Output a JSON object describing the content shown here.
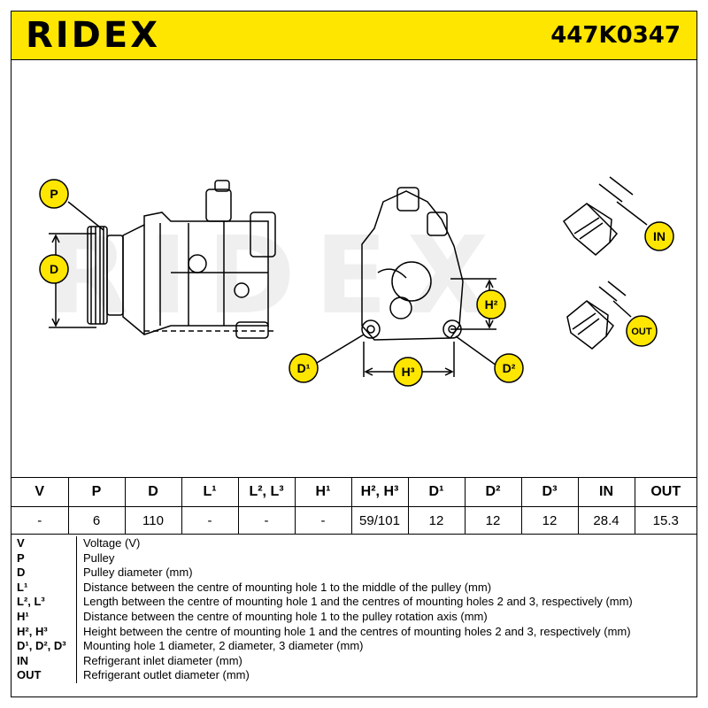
{
  "header": {
    "brand": "RIDEX",
    "part_number": "447K0347"
  },
  "drawing": {
    "watermark": "RIDEX",
    "callouts": {
      "p": "P",
      "d": "D",
      "d1": "D¹",
      "d2": "D²",
      "h2": "H²",
      "h3": "H³",
      "in": "IN",
      "out": "OUT"
    },
    "callout_color": "#ffe600"
  },
  "specs": {
    "headers": [
      "V",
      "P",
      "D",
      "L¹",
      "L², L³",
      "H¹",
      "H², H³",
      "D¹",
      "D²",
      "D³",
      "IN",
      "OUT"
    ],
    "values": [
      "-",
      "6",
      "110",
      "-",
      "-",
      "-",
      "59/101",
      "12",
      "12",
      "12",
      "28.4",
      "15.3"
    ]
  },
  "legend": [
    {
      "key": "V",
      "desc": "Voltage (V)"
    },
    {
      "key": "P",
      "desc": "Pulley"
    },
    {
      "key": "D",
      "desc": "Pulley diameter (mm)"
    },
    {
      "key": "L¹",
      "desc": "Distance between the centre of mounting hole 1 to the middle of the pulley (mm)"
    },
    {
      "key": "L², L³",
      "desc": "Length between the centre of mounting hole 1 and the centres of mounting holes 2 and 3, respectively (mm)"
    },
    {
      "key": "H¹",
      "desc": "Distance between the centre of mounting hole 1 to the pulley rotation axis (mm)"
    },
    {
      "key": "H², H³",
      "desc": "Height between the centre of mounting hole 1 and the centres of mounting holes 2 and 3, respectively (mm)"
    },
    {
      "key": "D¹, D², D³",
      "desc": "Mounting hole 1 diameter, 2 diameter, 3 diameter (mm)"
    },
    {
      "key": "IN",
      "desc": "Refrigerant inlet diameter (mm)"
    },
    {
      "key": "OUT",
      "desc": "Refrigerant outlet diameter (mm)"
    }
  ]
}
